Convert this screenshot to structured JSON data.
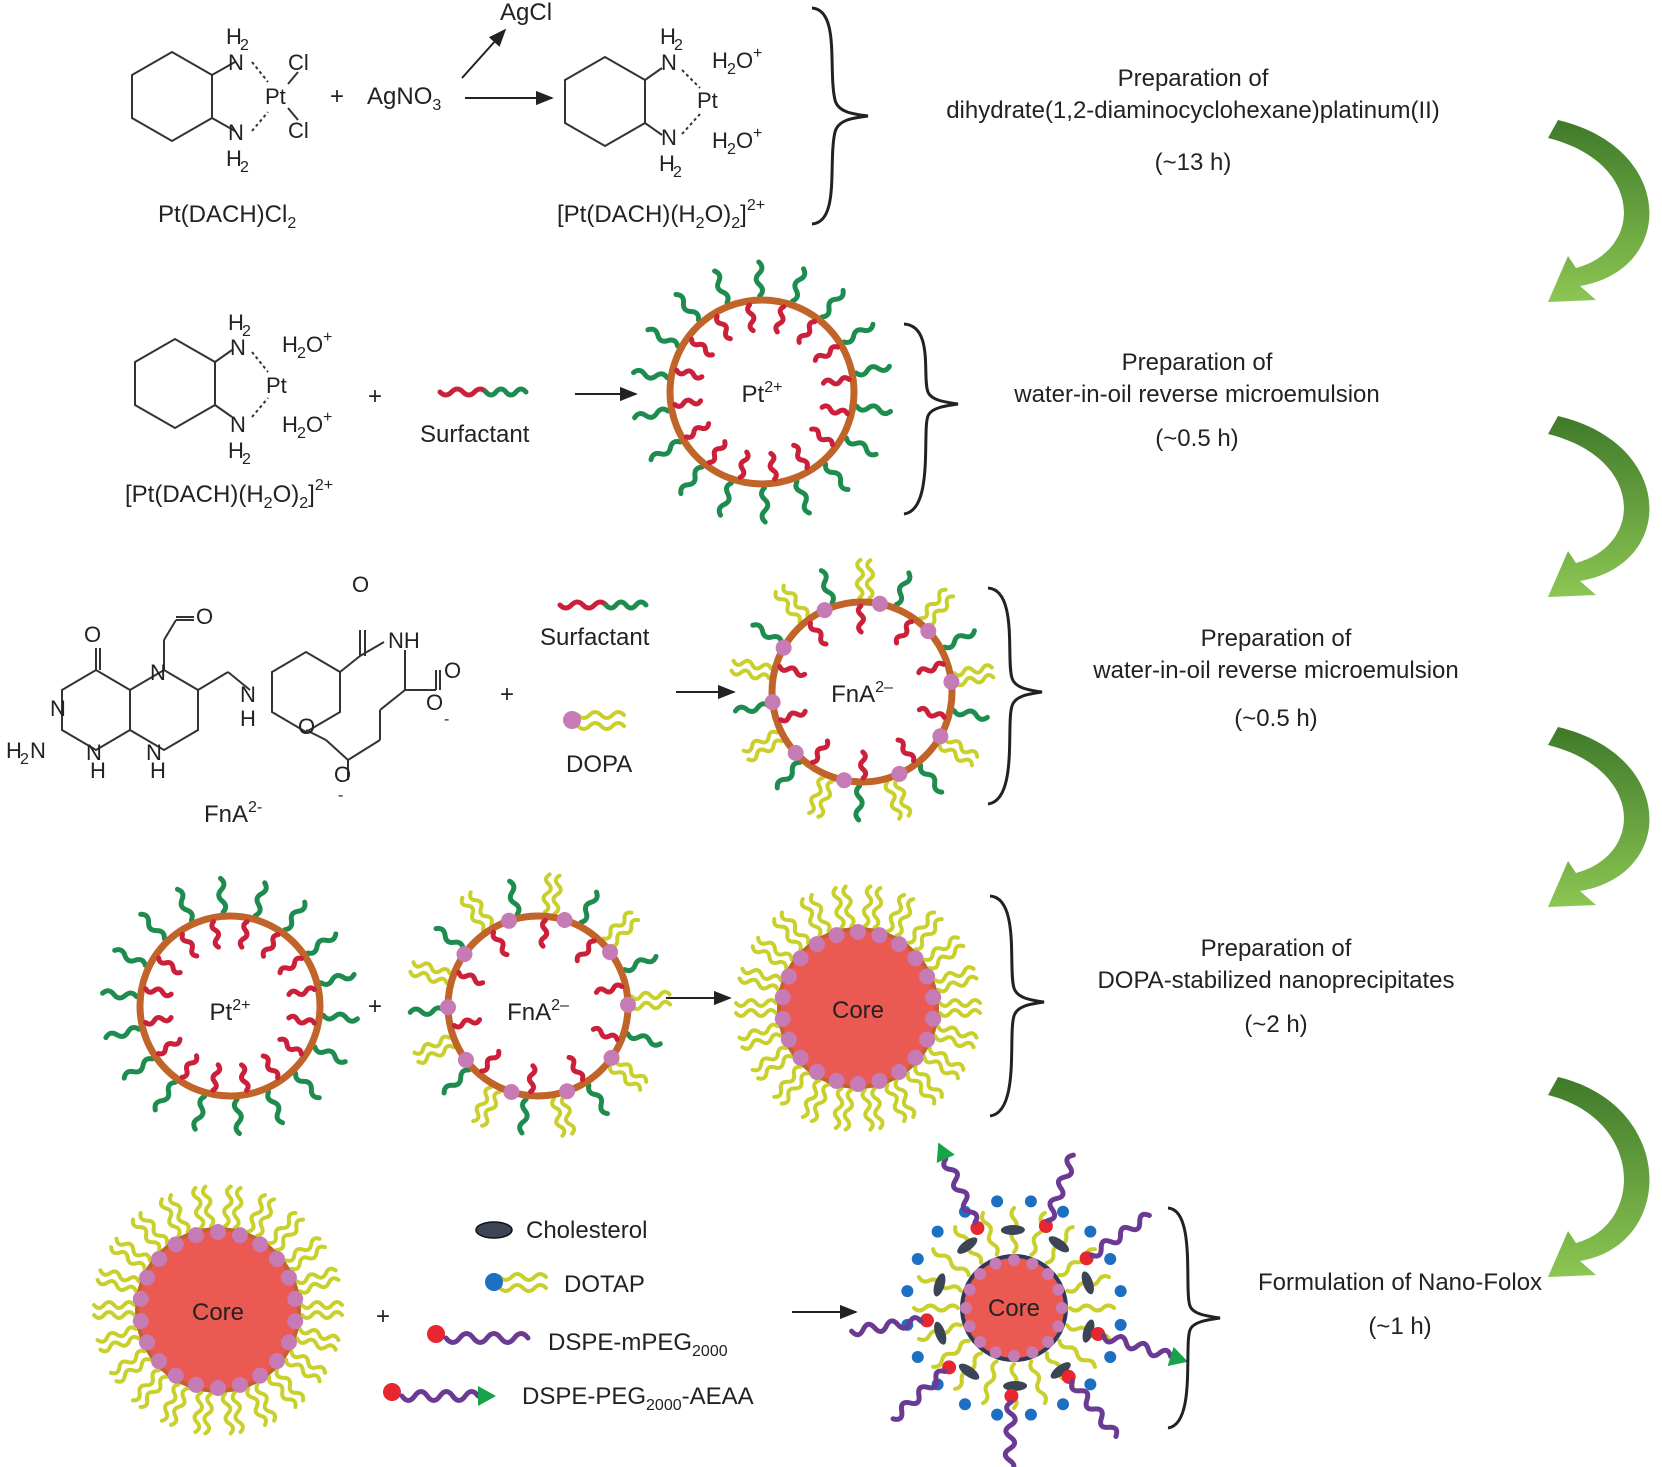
{
  "colors": {
    "shell": "#c0642a",
    "tail_red": "#cc1f3a",
    "tail_green": "#1e8c4e",
    "tail_yellow": "#c9cf2b",
    "head_pink": "#c77bb5",
    "core": "#ea5a52",
    "peg": "#6b3a93",
    "head_red": "#e8262f",
    "head_blue": "#1d6fc1",
    "aeaa": "#16a34a",
    "cholesterol": "#3b4556",
    "arrow_light": "#7dbb4a",
    "arrow_dark": "#3f7a2a"
  },
  "row1": {
    "reactant": "Pt(DACH)Cl",
    "reactant_sub": "2",
    "reagent": "AgNO",
    "reagent_sub": "3",
    "byproduct": "AgCl",
    "product_pre": "[Pt(DACH)(H",
    "product_sub1": "2",
    "product_mid": "O)",
    "product_sub2": "2",
    "product_post": "]",
    "product_sup": "2+",
    "plus": "+",
    "step_line1": "Preparation of",
    "step_line2": "dihydrate(1,2-diaminocyclohexane)platinum(II)",
    "step_time": "(~13 h)"
  },
  "row2": {
    "reactant_pre": "[Pt(DACH)(H",
    "reactant_sub1": "2",
    "reactant_mid": "O)",
    "reactant_sub2": "2",
    "reactant_post": "]",
    "reactant_sup": "2+",
    "plus": "+",
    "surfactant": "Surfactant",
    "micelle_label": "Pt",
    "micelle_sup": "2+",
    "step_line1": "Preparation of",
    "step_line2": "water-in-oil reverse microemulsion",
    "step_time": "(~0.5 h)"
  },
  "row3": {
    "molecule": "FnA",
    "molecule_sup": "2-",
    "plus": "+",
    "surfactant": "Surfactant",
    "dopa": "DOPA",
    "micelle_label": "FnA",
    "micelle_sup": "2–",
    "step_line1": "Preparation of",
    "step_line2": "water-in-oil reverse microemulsion",
    "step_time": "(~0.5 h)"
  },
  "row4": {
    "pt_label": "Pt",
    "pt_sup": "2+",
    "fna_label": "FnA",
    "fna_sup": "2–",
    "plus": "+",
    "core": "Core",
    "step_line1": "Preparation of",
    "step_line2": "DOPA-stabilized nanoprecipitates",
    "step_time": "(~2 h)"
  },
  "row5": {
    "core": "Core",
    "plus": "+",
    "legend_cholesterol": "Cholesterol",
    "legend_dotap": "DOTAP",
    "legend_mpeg_pre": "DSPE-mPEG",
    "legend_mpeg_sub": "2000",
    "legend_aeaa_pre": "DSPE-PEG",
    "legend_aeaa_sub": "2000",
    "legend_aeaa_post": "-AEAA",
    "nano_core": "Core",
    "step_line1": "Formulation of Nano-Folox",
    "step_time": "(~1 h)"
  }
}
